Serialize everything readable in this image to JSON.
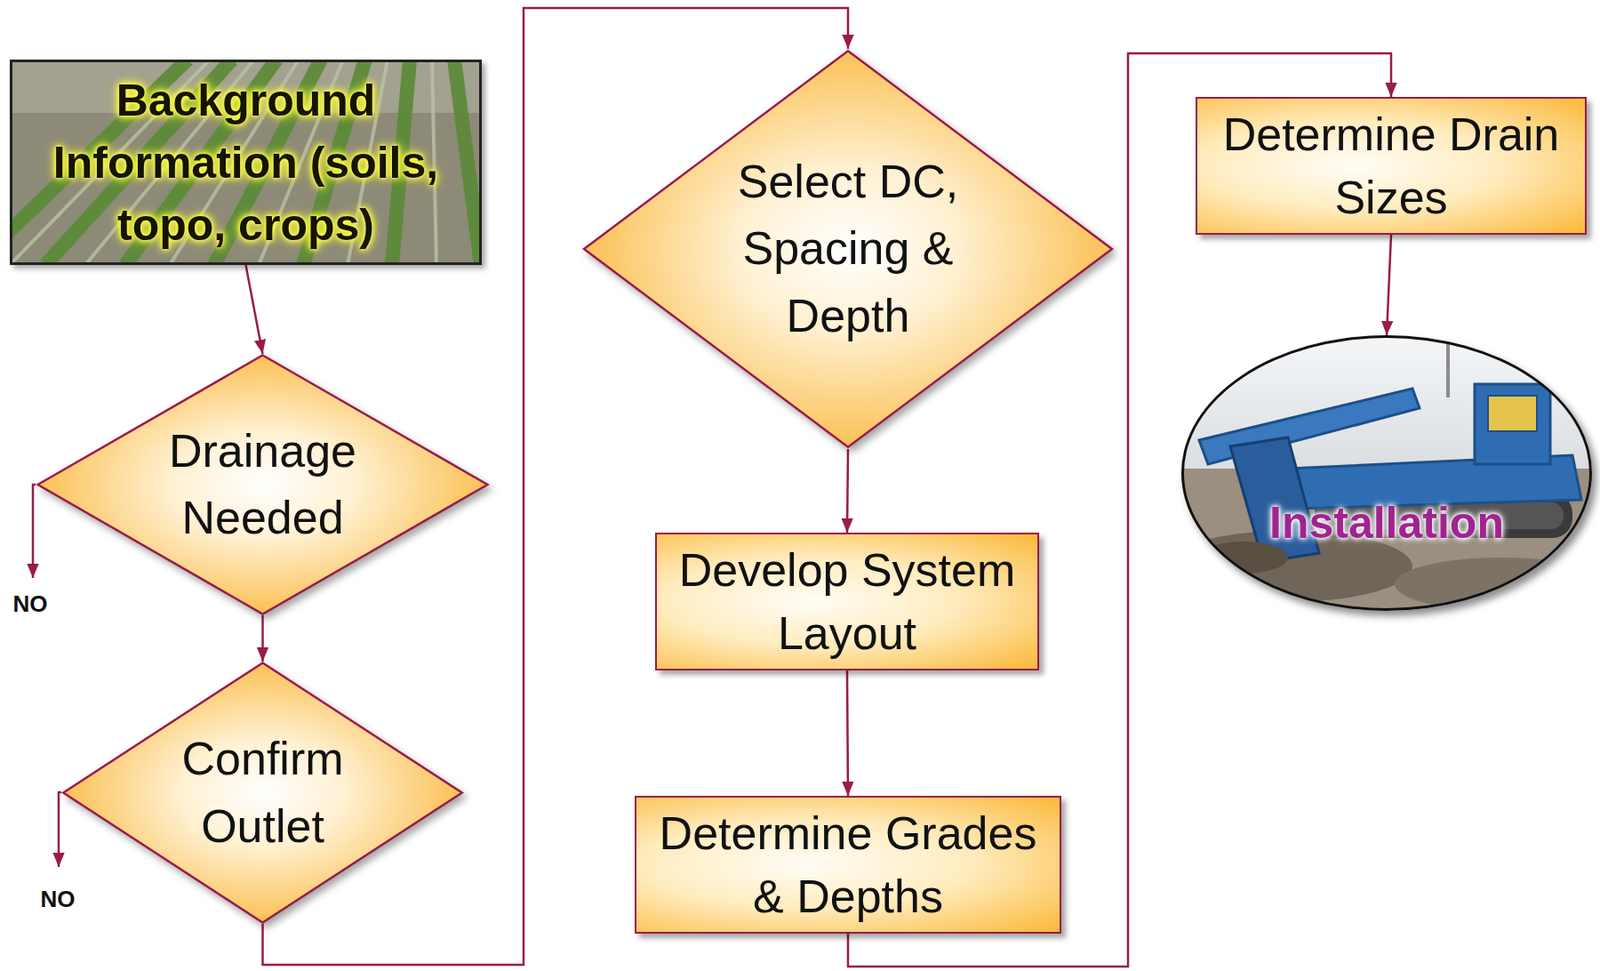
{
  "diagram": {
    "nodes": [
      {
        "text": [
          "Background Information (soils, topo, crops)"
        ]
      },
      {
        "text": [
          "Drainage Needed"
        ]
      },
      {
        "text": [
          "Confirm Outlet"
        ]
      },
      {
        "text": [
          "Select DC, Spacing & Depth"
        ]
      },
      {
        "text": [
          "Develop System Layout"
        ]
      },
      {
        "text": [
          "Determine Grades & Depths"
        ]
      },
      {
        "text": [
          "Determine Drain Sizes"
        ]
      },
      {
        "text": [
          "Installation"
        ]
      }
    ],
    "edges": [
      {
        "from": 0,
        "to": 1,
        "arrow": "to"
      },
      {
        "from": 1,
        "to": 2,
        "arrow": "to"
      },
      {
        "from": 2,
        "to": 3,
        "arrow": "to"
      },
      {
        "from": 3,
        "to": 4,
        "arrow": "to"
      },
      {
        "from": 4,
        "to": 5,
        "arrow": "to"
      },
      {
        "from": 5,
        "to": 6,
        "arrow": "to"
      },
      {
        "from": 6,
        "to": 7,
        "arrow": "to"
      }
    ],
    "labels": [
      "NO",
      "NO"
    ]
  }
}
